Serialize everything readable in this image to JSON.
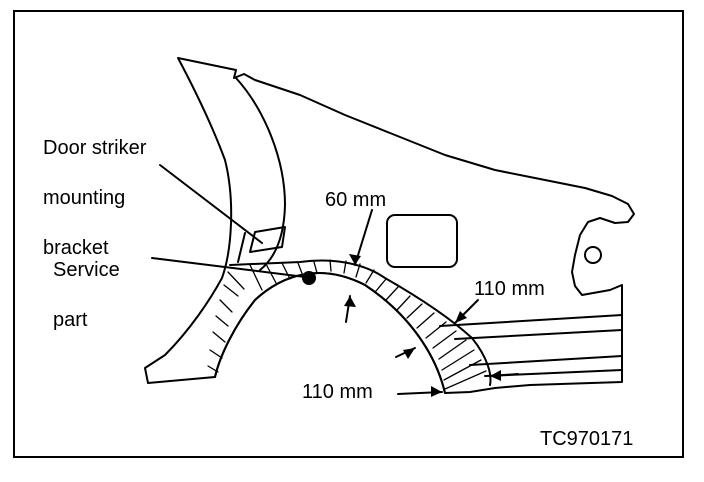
{
  "labels": {
    "door_striker_line1": "Door striker",
    "door_striker_line2": "mounting",
    "door_striker_line3": "bracket",
    "service_line1": "Service",
    "service_line2": "part",
    "dim_top": "60 mm",
    "dim_right": "110 mm",
    "dim_bottom": "110 mm",
    "figure_code": "TC970171"
  },
  "colors": {
    "ink": "#000000",
    "paper": "#ffffff"
  }
}
